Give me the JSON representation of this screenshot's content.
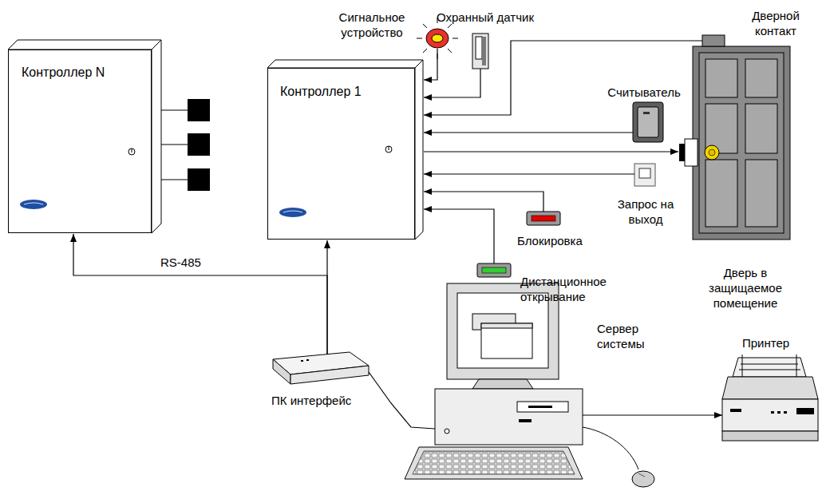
{
  "diagram": {
    "nodes": [
      {
        "text": [
          "Контроллер N"
        ]
      },
      {
        "text": [
          "Контроллер 1"
        ]
      },
      {
        "text": [
          "Сигнальное устройство"
        ]
      },
      {
        "text": [
          "Охранный датчик"
        ]
      },
      {
        "text": [
          "Дверной контакт"
        ]
      },
      {
        "text": [
          "Считыватель"
        ]
      },
      {
        "text": [
          "Дверь в защищаемое помещение"
        ]
      },
      {
        "text": [
          "Запрос на выход"
        ]
      },
      {
        "text": [
          "Блокировка"
        ]
      },
      {
        "text": [
          "Дистанционное открывание"
        ]
      },
      {
        "text": [
          "ПК интерфейс"
        ]
      },
      {
        "text": [
          "Сервер системы"
        ]
      },
      {
        "text": [
          "Принтер"
        ]
      }
    ],
    "edges": [
      {
        "from": 2,
        "to": 1,
        "arrow": "to"
      },
      {
        "from": 3,
        "to": 1,
        "arrow": "to"
      },
      {
        "from": 4,
        "to": 1,
        "arrow": "to"
      },
      {
        "from": 5,
        "to": 1,
        "arrow": "to"
      },
      {
        "from": 1,
        "to": 6,
        "arrow": "to"
      },
      {
        "from": 7,
        "to": 1,
        "arrow": "to"
      },
      {
        "from": 8,
        "to": 1,
        "arrow": "to"
      },
      {
        "from": 9,
        "to": 1,
        "arrow": "to"
      },
      {
        "from": 10,
        "to": 1,
        "arrow": "to"
      },
      {
        "from": 10,
        "to": 0,
        "label": "RS-485",
        "arrow": "to"
      },
      {
        "from": 11,
        "to": 12,
        "arrow": "to"
      },
      {
        "from": 10,
        "to": 11,
        "arrow": "none"
      }
    ]
  }
}
